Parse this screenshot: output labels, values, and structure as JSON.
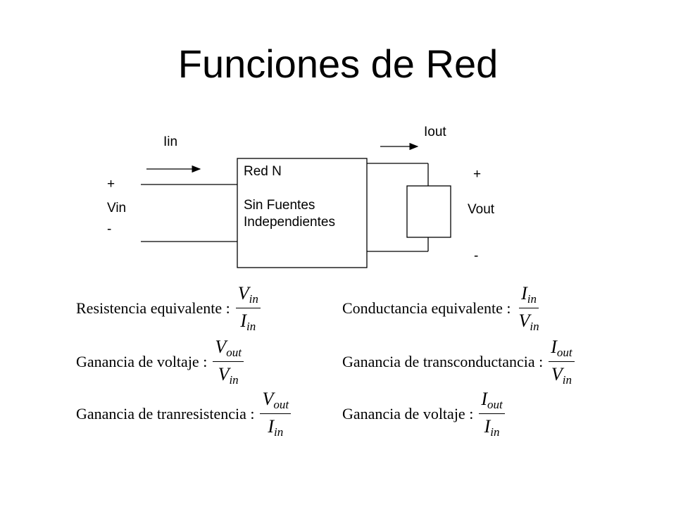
{
  "title": "Funciones de Red",
  "circuit": {
    "box_name": "Red N",
    "box_line2": "Sin Fuentes",
    "box_line3": "Independientes",
    "iin_label": "Iin",
    "iout_label": "Iout",
    "vin_plus": "+",
    "vin_label": "Vin",
    "vin_minus": "-",
    "vout_plus": "+",
    "vout_label": "Vout",
    "vout_minus": "-"
  },
  "equations": [
    {
      "label": "Resistencia  equivalente :",
      "num_sym": "V",
      "num_sub": "in",
      "den_sym": "I",
      "den_sub": "in"
    },
    {
      "label": "Conductancia  equivalente :",
      "num_sym": "I",
      "num_sub": "in",
      "den_sym": "V",
      "den_sub": "in"
    },
    {
      "label": "Ganancia de voltaje :",
      "num_sym": "V",
      "num_sub": "out",
      "den_sym": "V",
      "den_sub": "in"
    },
    {
      "label": "Ganancia de transconductancia :",
      "num_sym": "I",
      "num_sub": "out",
      "den_sym": "V",
      "den_sub": "in"
    },
    {
      "label": "Ganancia de tranresistencia :",
      "num_sym": "V",
      "num_sub": "out",
      "den_sym": "I",
      "den_sub": "in"
    },
    {
      "label": "Ganancia de voltaje :",
      "num_sym": "I",
      "num_sub": "out",
      "den_sym": "I",
      "den_sub": "in"
    }
  ]
}
